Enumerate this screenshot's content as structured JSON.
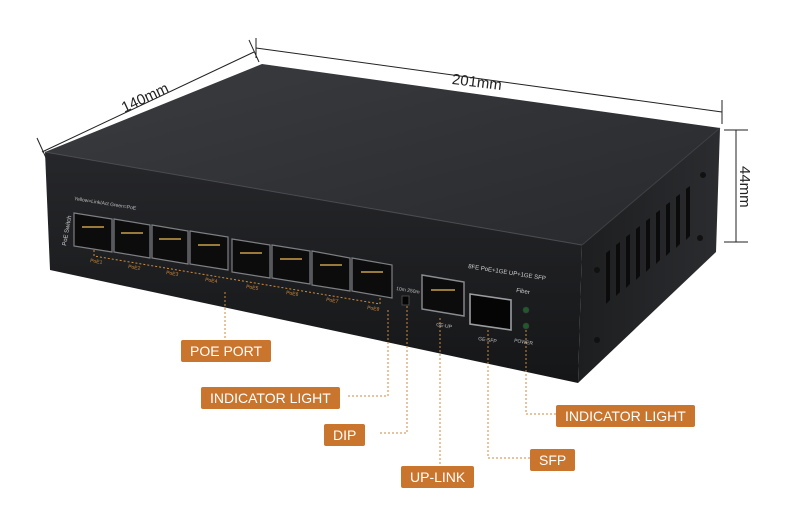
{
  "dimensions": {
    "depth": "140mm",
    "width": "201mm",
    "height": "44mm"
  },
  "panel": {
    "brand_label": "PoE Switch",
    "led_legend": "Yellow=Link/Act   Green=PoE",
    "model_label": "8FE PoE+1GE UP+1GE SFP",
    "fiber_label": "Fiber",
    "dip_label": "10m 250m",
    "port_labels": [
      "PoE1",
      "PoE2",
      "PoE3",
      "PoE4",
      "PoE5",
      "PoE6",
      "PoE7",
      "PoE8"
    ],
    "uplink_port_label": "GE-UP",
    "sfp_port_label": "GE-SFP",
    "power_label": "POWER"
  },
  "callouts": {
    "poe_port": "POE PORT",
    "indicator_light_left": "INDICATOR LIGHT",
    "dip": "DIP",
    "up_link": "UP-LINK",
    "sfp": "SFP",
    "indicator_light_right": "INDICATOR LIGHT"
  },
  "colors": {
    "callout_bg": "#c9752e",
    "leader_line": "#d08a3c",
    "chassis_top": "#2f3134",
    "chassis_front": "#1e1f21",
    "chassis_side": "#252629"
  }
}
